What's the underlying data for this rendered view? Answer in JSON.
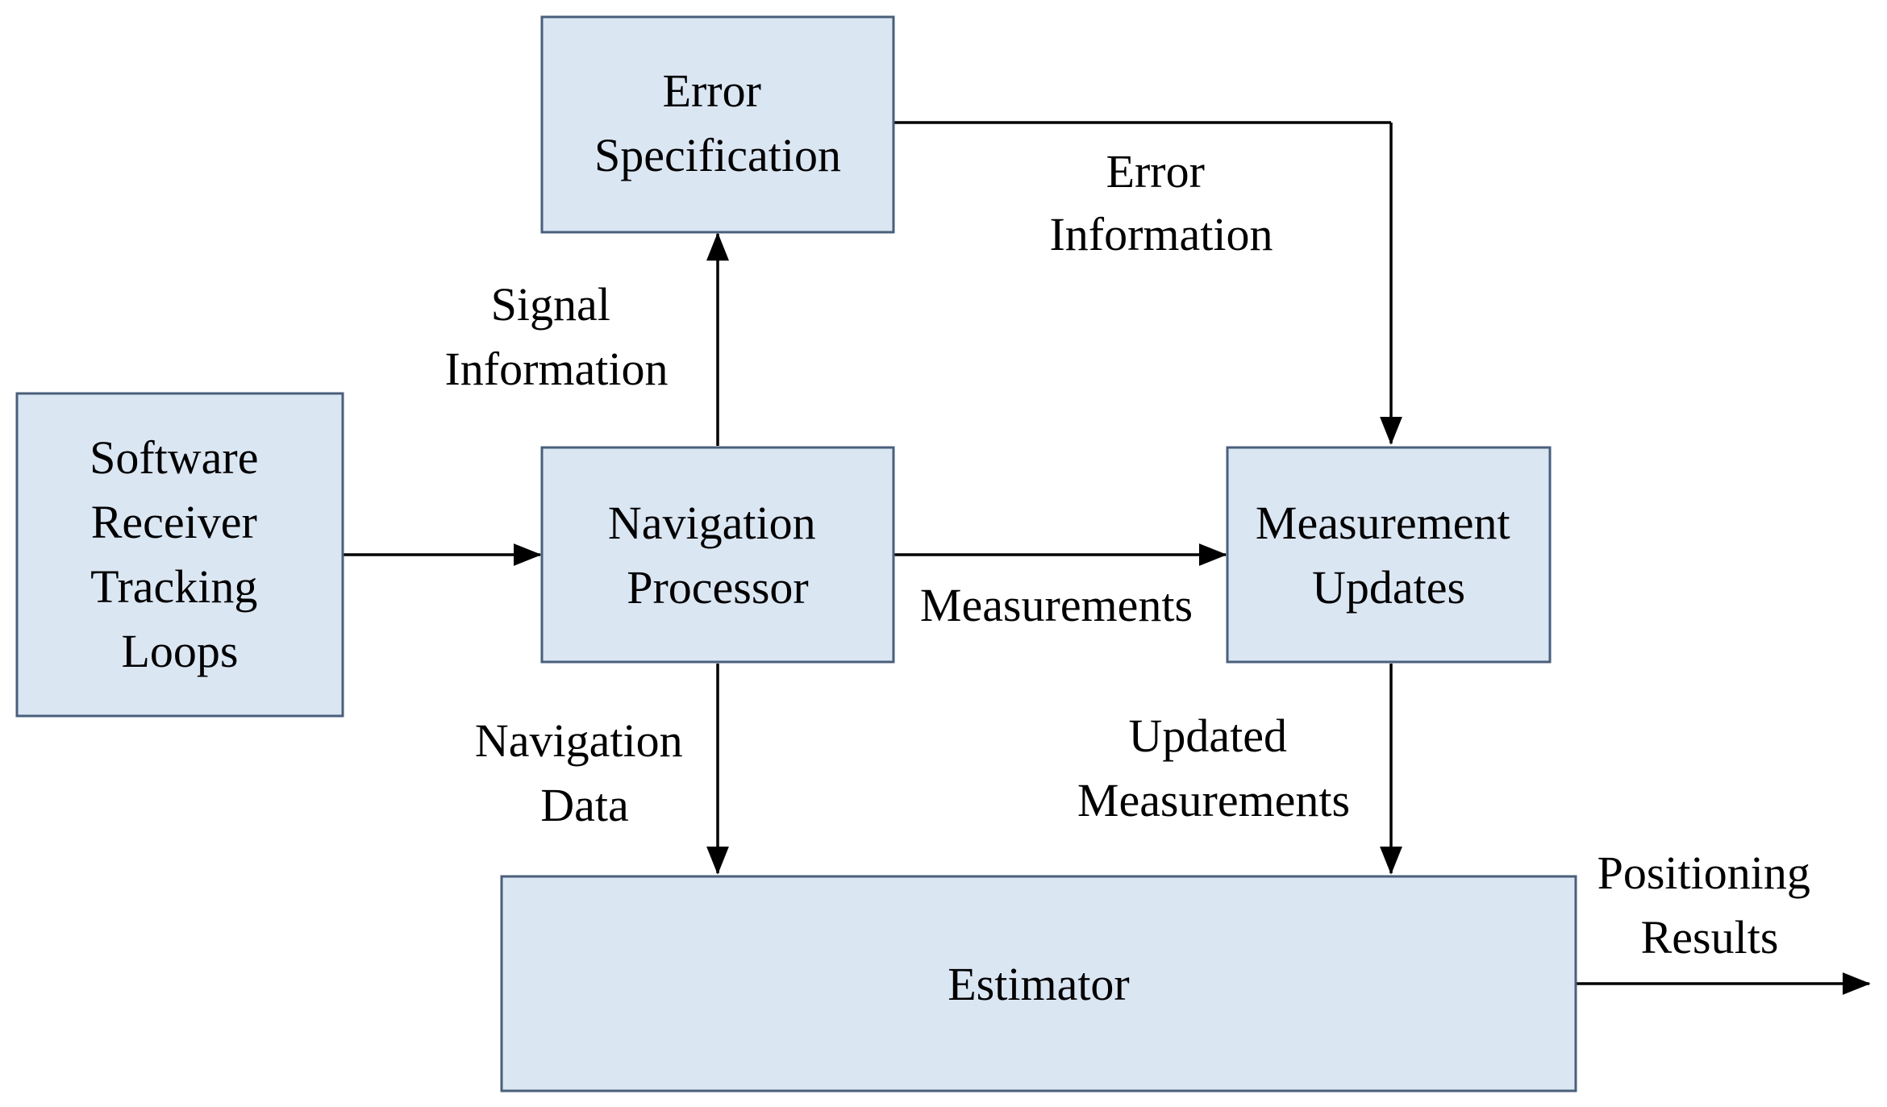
{
  "nodes": {
    "error_spec": {
      "lines": [
        "Error",
        "Specification"
      ]
    },
    "software_receiver": {
      "lines": [
        "Software",
        "Receiver",
        "Tracking",
        "Loops"
      ]
    },
    "nav_processor": {
      "lines": [
        "Navigation",
        "Processor"
      ]
    },
    "measurement_updates": {
      "lines": [
        "Measurement",
        "Updates"
      ]
    },
    "estimator": {
      "lines": [
        "Estimator"
      ]
    }
  },
  "edge_labels": {
    "error_information": [
      "Error",
      "Information"
    ],
    "signal_information": [
      "Signal",
      "Information"
    ],
    "measurements": [
      "Measurements"
    ],
    "navigation_data": [
      "Navigation",
      "Data"
    ],
    "updated_measurements": [
      "Updated",
      "Measurements"
    ],
    "positioning_results": [
      "Positioning",
      "Results"
    ]
  },
  "colors": {
    "box_fill": "#dbe6f3",
    "box_stroke": "#4a5f7b",
    "arrow": "#000000"
  }
}
